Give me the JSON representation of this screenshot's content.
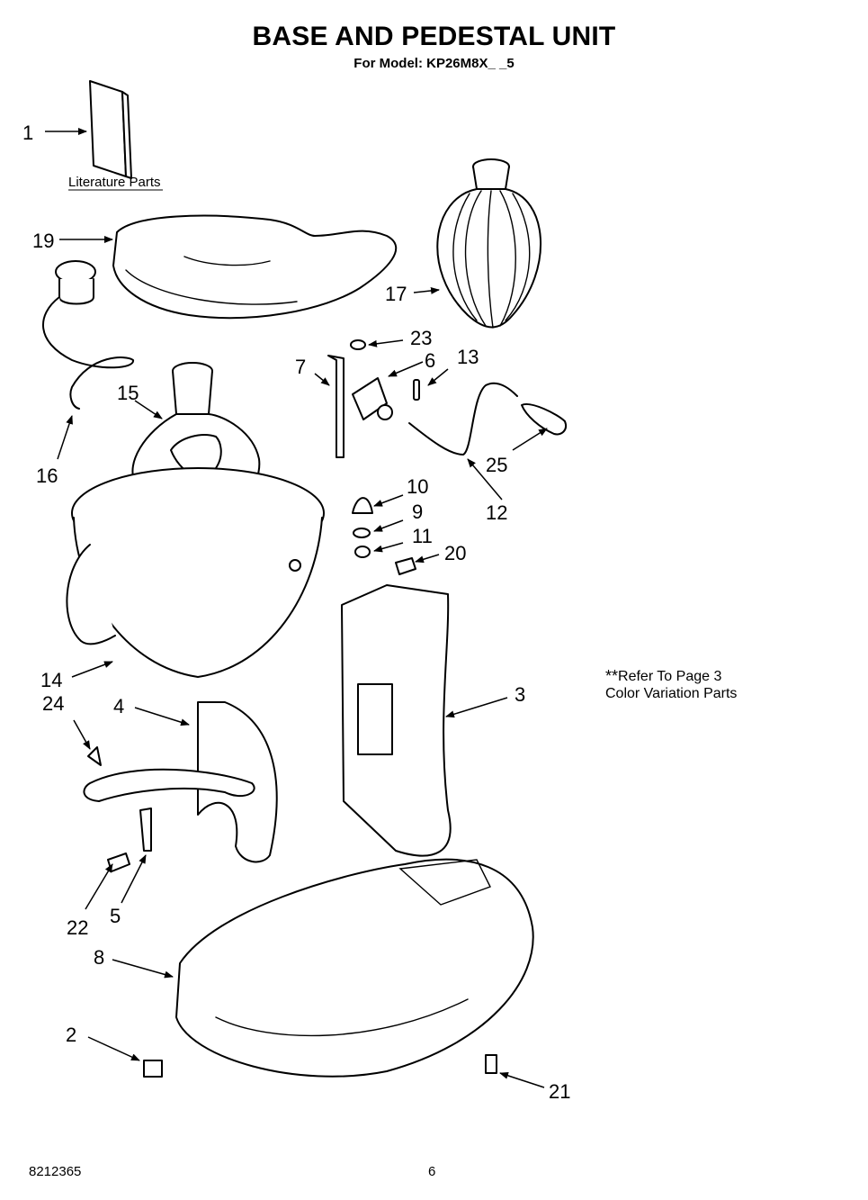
{
  "header": {
    "title": "BASE AND PEDESTAL UNIT",
    "subtitle": "For Model: KP26M8X_ _5"
  },
  "labels": {
    "literature_parts": "Literature Parts",
    "note_stars": "**",
    "note_line1": "Refer To Page 3",
    "note_line2": "Color Variation Parts"
  },
  "callouts": {
    "c1": "1",
    "c2": "2",
    "c3": "3",
    "c4": "4",
    "c5": "5",
    "c6": "6",
    "c7": "7",
    "c8": "8",
    "c9": "9",
    "c10": "10",
    "c11": "11",
    "c12": "12",
    "c13": "13",
    "c14": "14",
    "c15": "15",
    "c16": "16",
    "c17": "17",
    "c19": "19",
    "c20": "20",
    "c21": "21",
    "c22": "22",
    "c23": "23",
    "c24": "24",
    "c25": "25"
  },
  "footer": {
    "doc_number": "8212365",
    "page_number": "6"
  }
}
